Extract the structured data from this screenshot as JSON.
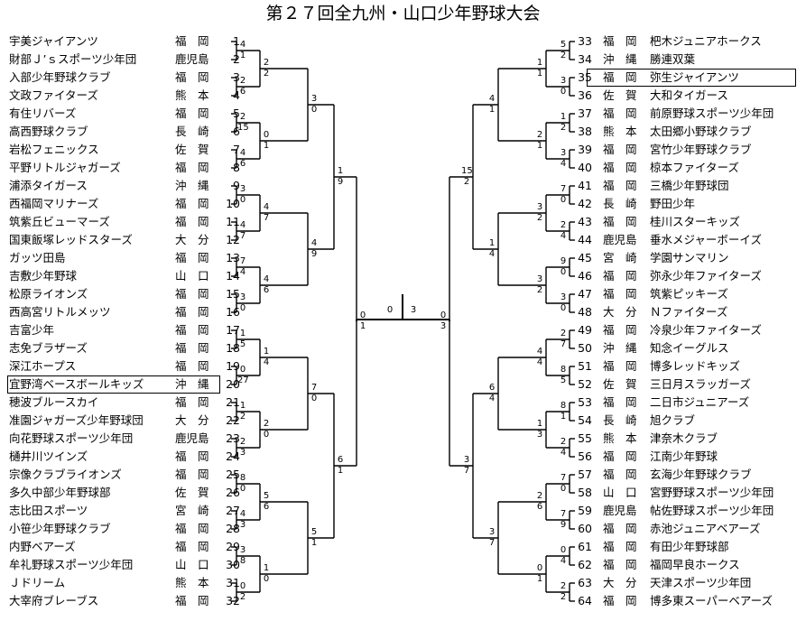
{
  "title": "第２７回全九州・山口少年野球大会",
  "left_teams": [
    {
      "no": "1",
      "name": "宇美ジャイアンツ",
      "pref": "福　岡"
    },
    {
      "no": "2",
      "name": "財部Ｊ’ｓスポーツ少年団",
      "pref": "鹿児島"
    },
    {
      "no": "3",
      "name": "入部少年野球クラブ",
      "pref": "福　岡"
    },
    {
      "no": "4",
      "name": "文政ファイターズ",
      "pref": "熊　本"
    },
    {
      "no": "5",
      "name": "有住リバーズ",
      "pref": "福　岡"
    },
    {
      "no": "6",
      "name": "高西野球クラブ",
      "pref": "長　崎"
    },
    {
      "no": "7",
      "name": "岩松フェニックス",
      "pref": "佐　賀"
    },
    {
      "no": "8",
      "name": "平野リトルジャガーズ",
      "pref": "福　岡"
    },
    {
      "no": "9",
      "name": "浦添タイガース",
      "pref": "沖　縄"
    },
    {
      "no": "10",
      "name": "西福岡マリナーズ",
      "pref": "福　岡"
    },
    {
      "no": "11",
      "name": "筑紫丘ビューマーズ",
      "pref": "福　岡"
    },
    {
      "no": "12",
      "name": "国東飯塚レッドスターズ",
      "pref": "大　分"
    },
    {
      "no": "13",
      "name": "ガッツ田島",
      "pref": "福　岡"
    },
    {
      "no": "14",
      "name": "吉敷少年野球",
      "pref": "山　口"
    },
    {
      "no": "15",
      "name": "松原ライオンズ",
      "pref": "福　岡"
    },
    {
      "no": "16",
      "name": "西高宮リトルメッツ",
      "pref": "福　岡"
    },
    {
      "no": "17",
      "name": "吉富少年",
      "pref": "福　岡"
    },
    {
      "no": "18",
      "name": "志免ブラザーズ",
      "pref": "福　岡"
    },
    {
      "no": "19",
      "name": "深江ホープス",
      "pref": "福　岡"
    },
    {
      "no": "20",
      "name": "宜野湾ベースボールキッズ",
      "pref": "沖　縄"
    },
    {
      "no": "21",
      "name": "穂波ブルースカイ",
      "pref": "福　岡"
    },
    {
      "no": "22",
      "name": "准園ジャガーズ少年野球団",
      "pref": "大　分"
    },
    {
      "no": "23",
      "name": "向花野球スポーツ少年団",
      "pref": "鹿児島"
    },
    {
      "no": "24",
      "name": "樋井川ツインズ",
      "pref": "福　岡"
    },
    {
      "no": "25",
      "name": "宗像クラブライオンズ",
      "pref": "福　岡"
    },
    {
      "no": "26",
      "name": "多久中部少年野球部",
      "pref": "佐　賀"
    },
    {
      "no": "27",
      "name": "志比田スポーツ",
      "pref": "宮　崎"
    },
    {
      "no": "28",
      "name": "小笹少年野球クラブ",
      "pref": "福　岡"
    },
    {
      "no": "29",
      "name": "内野ベアーズ",
      "pref": "福　岡"
    },
    {
      "no": "30",
      "name": "牟礼野球スポーツ少年団",
      "pref": "山　口"
    },
    {
      "no": "31",
      "name": "Ｊドリーム",
      "pref": "熊　本"
    },
    {
      "no": "32",
      "name": "大宰府ブレーブス",
      "pref": "福　岡"
    }
  ],
  "right_teams": [
    {
      "no": "33",
      "name": "杷木ジュニアホークス",
      "pref": "福　岡"
    },
    {
      "no": "34",
      "name": "勝連双葉",
      "pref": "沖　縄"
    },
    {
      "no": "35",
      "name": "弥生ジャイアンツ",
      "pref": "福　岡"
    },
    {
      "no": "36",
      "name": "大和タイガース",
      "pref": "佐　賀"
    },
    {
      "no": "37",
      "name": "前原野球スポーツ少年団",
      "pref": "福　岡"
    },
    {
      "no": "38",
      "name": "太田郷小野球クラブ",
      "pref": "熊　本"
    },
    {
      "no": "39",
      "name": "宮竹少年野球クラブ",
      "pref": "福　岡"
    },
    {
      "no": "40",
      "name": "椋本ファイターズ",
      "pref": "福　岡"
    },
    {
      "no": "41",
      "name": "三橋少年野球団",
      "pref": "福　岡"
    },
    {
      "no": "42",
      "name": "野田少年",
      "pref": "長　崎"
    },
    {
      "no": "43",
      "name": "桂川スターキッズ",
      "pref": "福　岡"
    },
    {
      "no": "44",
      "name": "垂水メジャーボーイズ",
      "pref": "鹿児島"
    },
    {
      "no": "45",
      "name": "学園サンマリン",
      "pref": "宮　崎"
    },
    {
      "no": "46",
      "name": "弥永少年ファイターズ",
      "pref": "福　岡"
    },
    {
      "no": "47",
      "name": "筑紫ピッキーズ",
      "pref": "福　岡"
    },
    {
      "no": "48",
      "name": "Ｎファイターズ",
      "pref": "大　分"
    },
    {
      "no": "49",
      "name": "冷泉少年ファイターズ",
      "pref": "福　岡"
    },
    {
      "no": "50",
      "name": "知念イーグルス",
      "pref": "沖　縄"
    },
    {
      "no": "51",
      "name": "博多レッドキッズ",
      "pref": "福　岡"
    },
    {
      "no": "52",
      "name": "三日月スラッガーズ",
      "pref": "佐　賀"
    },
    {
      "no": "53",
      "name": "二日市ジュニアーズ",
      "pref": "福　岡"
    },
    {
      "no": "54",
      "name": "旭クラブ",
      "pref": "長　崎"
    },
    {
      "no": "55",
      "name": "津奈木クラブ",
      "pref": "熊　本"
    },
    {
      "no": "56",
      "name": "江南少年野球",
      "pref": "福　岡"
    },
    {
      "no": "57",
      "name": "玄海少年野球クラブ",
      "pref": "福　岡"
    },
    {
      "no": "58",
      "name": "宮野野球スポーツ少年団",
      "pref": "山　口"
    },
    {
      "no": "59",
      "name": "帖佐野球スポーツ少年団",
      "pref": "鹿児島"
    },
    {
      "no": "60",
      "name": "赤池ジュニアベアーズ",
      "pref": "福　岡"
    },
    {
      "no": "61",
      "name": "有田少年野球部",
      "pref": "福　岡"
    },
    {
      "no": "62",
      "name": "福岡早良ホークス",
      "pref": "福　岡"
    },
    {
      "no": "63",
      "name": "天津スポーツ少年団",
      "pref": "大　分"
    },
    {
      "no": "64",
      "name": "博多東スーパーベアーズ",
      "pref": "福　岡"
    }
  ],
  "highlighted": [
    "20",
    "35"
  ],
  "left_rounds": [
    [
      [
        "4",
        "1"
      ],
      [
        "2",
        "6"
      ],
      [
        "2",
        "15"
      ],
      [
        "4",
        "6"
      ],
      [
        "3",
        "0"
      ],
      [
        "4",
        "7"
      ],
      [
        "7",
        "4"
      ],
      [
        "3",
        "0"
      ],
      [
        "1",
        "5"
      ],
      [
        "0",
        "27"
      ],
      [
        "1",
        "2"
      ],
      [
        "2",
        "3"
      ],
      [
        "8",
        "0"
      ],
      [
        "4",
        "3"
      ],
      [
        "3",
        "8"
      ],
      [
        "0",
        "2"
      ]
    ],
    [
      [
        "2",
        "2"
      ],
      [
        "0",
        "1"
      ],
      [
        "4",
        "7"
      ],
      [
        "4",
        "6"
      ],
      [
        "1",
        "4"
      ],
      [
        "2",
        "0"
      ],
      [
        "5",
        "6"
      ],
      [
        "1",
        "0"
      ]
    ],
    [
      [
        "3",
        "0"
      ],
      [
        "4",
        "9"
      ],
      [
        "7",
        "0"
      ],
      [
        "5",
        "1"
      ]
    ],
    [
      [
        "1",
        "9"
      ],
      [
        "6",
        "1"
      ]
    ],
    [
      [
        "0",
        "1"
      ]
    ]
  ],
  "right_rounds": [
    [
      [
        "5",
        "2"
      ],
      [
        "3",
        "0"
      ],
      [
        "1",
        "2"
      ],
      [
        "3",
        "4"
      ],
      [
        "7",
        "0"
      ],
      [
        "2",
        "4"
      ],
      [
        "9",
        "0"
      ],
      [
        "3",
        "0"
      ],
      [
        "2",
        "7"
      ],
      [
        "8",
        "5"
      ],
      [
        "8",
        "1"
      ],
      [
        "2",
        "4"
      ],
      [
        "7",
        "0"
      ],
      [
        "7",
        "9"
      ],
      [
        "0",
        "4"
      ],
      [
        "2",
        "2"
      ]
    ],
    [
      [
        "1",
        "1"
      ],
      [
        "2",
        "1"
      ],
      [
        "3",
        "2"
      ],
      [
        "3",
        "2"
      ],
      [
        "4",
        "4"
      ],
      [
        "1",
        "3"
      ],
      [
        "2",
        "6"
      ],
      [
        "0",
        "1"
      ]
    ],
    [
      [
        "4",
        "1"
      ],
      [
        "1",
        "4"
      ],
      [
        "6",
        "4"
      ],
      [
        "3",
        "7"
      ]
    ],
    [
      [
        "15",
        "2"
      ],
      [
        "3",
        "7"
      ]
    ],
    [
      [
        "0",
        "3"
      ]
    ]
  ],
  "final_score": {
    "left": "0",
    "right": "3"
  }
}
